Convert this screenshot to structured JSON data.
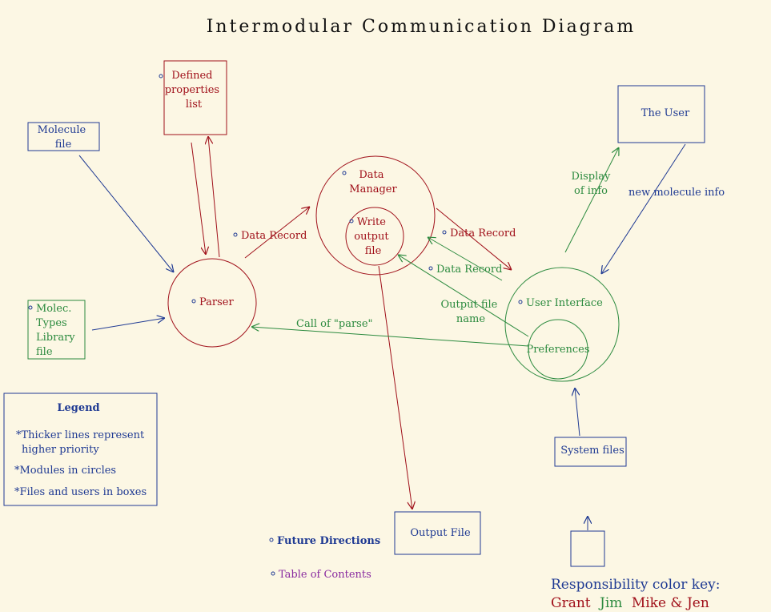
{
  "title": "Intermodular Communication Diagram",
  "colors": {
    "blue": "#1f3a93",
    "red": "#a0101a",
    "green": "#2b8a3e",
    "purple": "#8a2ca0",
    "background": "#fcf7e4"
  },
  "nodes": {
    "molecule_file": [
      "Molecule",
      "file"
    ],
    "defined_properties": [
      "Defined",
      "properties",
      "list"
    ],
    "molec_types": [
      "Molec.",
      "Types",
      "Library",
      "file"
    ],
    "parser": "Parser",
    "data_manager": [
      "Data",
      "Manager"
    ],
    "write_output": [
      "Write",
      "output",
      "file"
    ],
    "the_user": "The User",
    "user_interface": "User Interface",
    "preferences": "Preferences",
    "system_files": "System files",
    "output_file": "Output File"
  },
  "edge_labels": {
    "parser_to_dm": "Data Record",
    "dm_to_ui": "Data Record",
    "ui_to_dm": "Data Record",
    "display_info": [
      "Display",
      "of info"
    ],
    "new_molecule_info": "new molecule info",
    "output_file_name": [
      "Output file",
      "name"
    ],
    "call_parse": "Call of \"parse\""
  },
  "legend": {
    "title": "Legend",
    "items": [
      [
        "*Thicker lines represent",
        "higher priority"
      ],
      [
        "*Modules in circles"
      ],
      [
        "*Files and users in boxes"
      ]
    ]
  },
  "links": {
    "future_directions": "Future Directions",
    "table_of_contents": "Table of Contents"
  },
  "responsibility": {
    "heading": "Responsibility color key:",
    "names": [
      "Grant",
      "Jim",
      "Mike & Jen"
    ]
  }
}
